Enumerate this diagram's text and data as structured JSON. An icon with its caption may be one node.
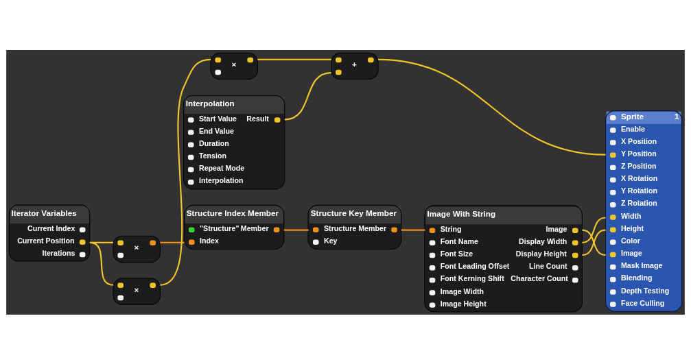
{
  "diagram": {
    "nodes": [
      {
        "text": [
          "Iterator Variables",
          "Current Index",
          "Current Position",
          "Iterations"
        ]
      },
      {
        "text": [
          "×"
        ]
      },
      {
        "text": [
          "Structure Index Member",
          "\"Structure\"",
          "Member",
          "Index"
        ]
      },
      {
        "text": [
          "Structure Key Member",
          "Structure",
          "Member",
          "Key"
        ]
      },
      {
        "text": [
          "Image With String",
          "String",
          "Image",
          "Font Name",
          "Display Width",
          "Font Size",
          "Display Height",
          "Font Leading Offset",
          "Line Count",
          "Font Kerning Shift",
          "Character Count",
          "Image Width",
          "Image Height"
        ]
      },
      {
        "text": [
          "Sprite",
          "1",
          "Enable",
          "X Position",
          "Y Position",
          "Z Position",
          "X Rotation",
          "Y Rotation",
          "Z Rotation",
          "Width",
          "Height",
          "Color",
          "Image",
          "Mask Image",
          "Blending",
          "Depth Testing",
          "Face Culling"
        ]
      },
      {
        "text": [
          "×"
        ]
      },
      {
        "text": [
          "×"
        ]
      },
      {
        "text": [
          "+"
        ]
      },
      {
        "text": [
          "Interpolation",
          "Start Value",
          "Result",
          "End Value",
          "Duration",
          "Tension",
          "Repeat Mode",
          "Interpolation"
        ]
      }
    ],
    "edges": [
      {
        "from": 0,
        "to": 1,
        "arrow": "none"
      },
      {
        "from": 1,
        "to": 2,
        "arrow": "none",
        "color": "#f0901c"
      },
      {
        "from": 2,
        "to": 3,
        "arrow": "none",
        "color": "#f0901c"
      },
      {
        "from": 3,
        "to": 4,
        "arrow": "none",
        "color": "#f0901c"
      },
      {
        "from": 0,
        "to": 6,
        "arrow": "none"
      },
      {
        "from": 6,
        "to": 7,
        "arrow": "none"
      },
      {
        "from": 7,
        "to": 8,
        "arrow": "none"
      },
      {
        "from": 9,
        "to": 8,
        "arrow": "none"
      },
      {
        "from": 8,
        "to": 5,
        "arrow": "none"
      },
      {
        "from": 4,
        "to": 5,
        "arrow": "none"
      },
      {
        "from": 4,
        "to": 5,
        "arrow": "none"
      },
      {
        "from": 4,
        "to": 5,
        "arrow": "none"
      }
    ]
  }
}
